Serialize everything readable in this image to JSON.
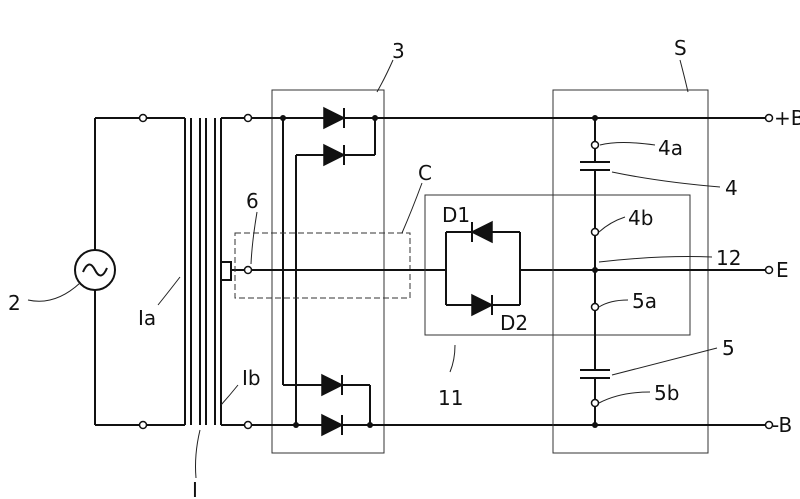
{
  "labels": {
    "transformer": "I",
    "primary_winding": "Ia",
    "secondary_winding": "Ib",
    "ac_source": "2",
    "rectifier": "3",
    "block_c": "C",
    "block_s": "S",
    "center_tap": "6",
    "diode_d1": "D1",
    "diode_d2": "D2",
    "block_11": "11",
    "node_12": "12",
    "capacitor_4": "4",
    "capacitor_5": "5",
    "terminal_4a": "4a",
    "terminal_4b": "4b",
    "terminal_5a": "5a",
    "terminal_5b": "5b",
    "output_pos": "+B",
    "output_earth": "E",
    "output_neg": "-B"
  }
}
